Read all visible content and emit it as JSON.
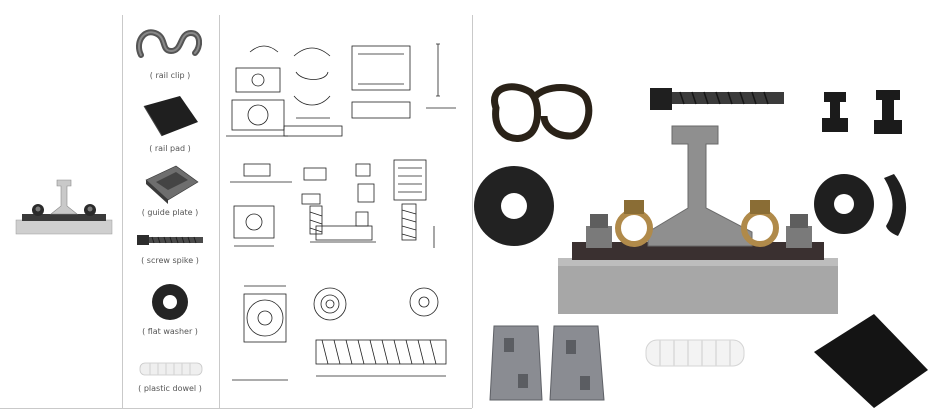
{
  "panel_captions": {
    "rail_clip": "( rail clip )",
    "rail_pad": "( rail pad )",
    "guide_plate": "( guide plate )",
    "screw_spike": "( screw spike )",
    "flat_washer": "( flat washer )",
    "plastic_dowel": "( plastic dowel )"
  },
  "icons": [
    "rail-fastening-assembly-thumbnail",
    "rail-clip-icon",
    "rail-pad-icon",
    "guide-plate-icon",
    "screw-spike-icon",
    "flat-washer-icon",
    "plastic-dowel-icon",
    "technical-drawings",
    "assembled-rail-fastening-photo"
  ],
  "colors": {
    "rubber": "#262626",
    "steel_gray": "#9a9a9a",
    "plastic": "#efefef",
    "brass": "#b8914a"
  }
}
